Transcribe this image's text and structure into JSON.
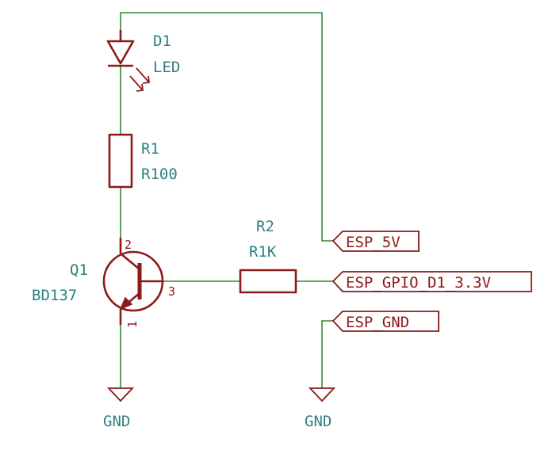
{
  "components": {
    "led": {
      "ref": "D1",
      "value": "LED"
    },
    "r1": {
      "ref": "R1",
      "value": "R100"
    },
    "r2": {
      "ref": "R2",
      "value": "R1K"
    },
    "q1": {
      "ref": "Q1",
      "value": "BD137",
      "pin_collector": "2",
      "pin_base": "3",
      "pin_emitter": "1"
    }
  },
  "net_labels": {
    "esp_5v": "ESP_5V",
    "esp_gpio": "ESP_GPIO_D1_3.3V",
    "esp_gnd": "ESP_GND"
  },
  "power": {
    "gnd_left": "GND",
    "gnd_right": "GND"
  },
  "colors": {
    "wire": "#2e8b2e",
    "component": "#8b1a1a",
    "label": "#2f8080"
  }
}
